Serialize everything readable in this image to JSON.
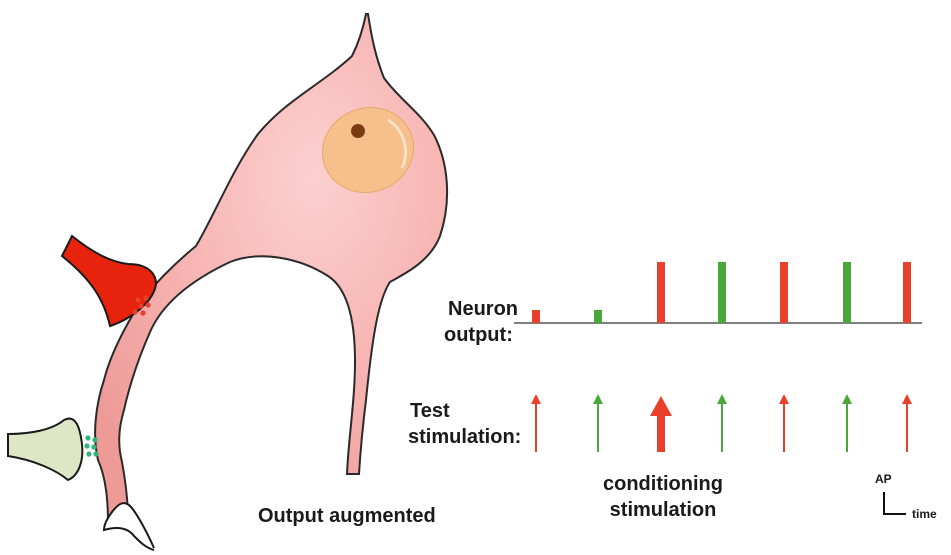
{
  "labels": {
    "neuron_output": [
      "Neuron",
      "output:"
    ],
    "test_stimulation": [
      "Test",
      "stimulation:"
    ],
    "output_augmented": "Output augmented",
    "conditioning": [
      "conditioning",
      "stimulation"
    ],
    "scale_ap": "AP",
    "scale_time": "time"
  },
  "colors": {
    "red_input": "#e8402a",
    "green_input": "#4aa83a",
    "soma": "#f6b6b4",
    "nucleus": "#f5c08c",
    "nucleolus": "#7a3b12",
    "red_terminal": "#e8230d",
    "green_terminal": "#dfe6c6",
    "baseline": "#555555"
  },
  "events": [
    {
      "input": "red",
      "output_spike": "small",
      "stimulus": "test"
    },
    {
      "input": "green",
      "output_spike": "small",
      "stimulus": "test"
    },
    {
      "input": "red",
      "output_spike": "full",
      "stimulus": "conditioning"
    },
    {
      "input": "green",
      "output_spike": "full",
      "stimulus": "test"
    },
    {
      "input": "red",
      "output_spike": "full",
      "stimulus": "test"
    },
    {
      "input": "green",
      "output_spike": "full",
      "stimulus": "test"
    },
    {
      "input": "red",
      "output_spike": "full",
      "stimulus": "test"
    }
  ]
}
